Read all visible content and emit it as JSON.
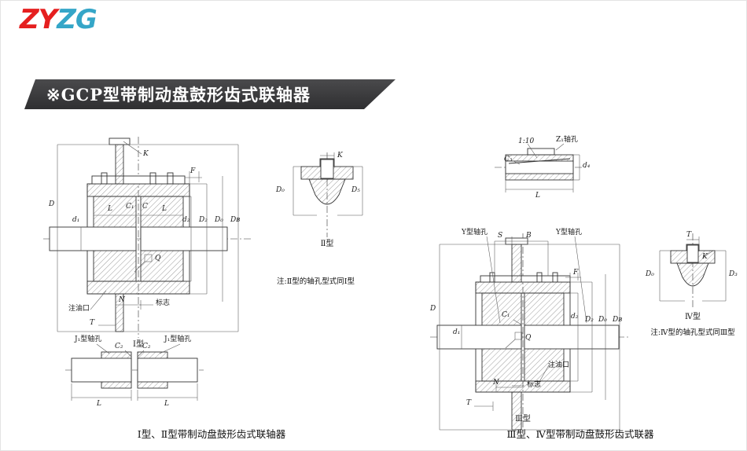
{
  "logo": {
    "zy": "ZY",
    "zg": "ZG"
  },
  "banner": {
    "title": "※GCP型带制动盘鼓形齿式联轴器"
  },
  "figure_left": {
    "caption": "Ⅰ型、Ⅱ型带制动盘鼓形齿式联轴器",
    "main": {
      "type_label": "Ⅰ型",
      "oil_port_label": "注油口",
      "mark_label": "标志",
      "dims": {
        "K": "K",
        "F": "F",
        "D": "D",
        "d1": "d₁",
        "L_left": "L",
        "C1": "C₁",
        "C": "C",
        "L_right": "L",
        "d2": "d₂",
        "D2": "D₂",
        "D0": "D₀",
        "DB": "Dʙ",
        "Q": "Q",
        "N": "N",
        "T": "T"
      }
    },
    "type2": {
      "type_label": "Ⅱ型",
      "note": "注:Ⅱ型的轴孔型式同Ⅰ型",
      "dims": {
        "K": "K",
        "D0": "D₀",
        "D5": "D₅"
      }
    },
    "j1": {
      "bore_label_left": "J₁型轴孔",
      "bore_label_right": "J₁型轴孔",
      "dims": {
        "C2_left": "C₂",
        "C2_right": "C₂",
        "L_left": "L",
        "L_right": "L"
      }
    }
  },
  "figure_right": {
    "caption": "Ⅲ型、Ⅳ型带制动盘鼓形齿式联器",
    "z1": {
      "bore_label": "Z₁轴孔",
      "taper_label": "1:10",
      "dims": {
        "C3": "C₃",
        "L": "L",
        "d4": "d₄"
      }
    },
    "main": {
      "type_label": "Ⅲ型",
      "bore_label_left": "Y型轴孔",
      "bore_label_right": "Y型轴孔",
      "oil_port_label": "注油口",
      "mark_label": "标志",
      "dims": {
        "S": "S",
        "B": "B",
        "F": "F",
        "D": "D",
        "d1": "d₁",
        "C1": "C₁",
        "d2": "d₂",
        "D2": "D₂",
        "D0": "D₀",
        "DB": "Dʙ",
        "Q": "Q",
        "N": "N",
        "T": "T"
      }
    },
    "type4": {
      "type_label": "Ⅳ型",
      "note": "注:Ⅳ型的轴孔型式同Ⅲ型",
      "dims": {
        "T": "T",
        "K": "K",
        "D0": "D₀",
        "D3": "D₃"
      }
    }
  }
}
